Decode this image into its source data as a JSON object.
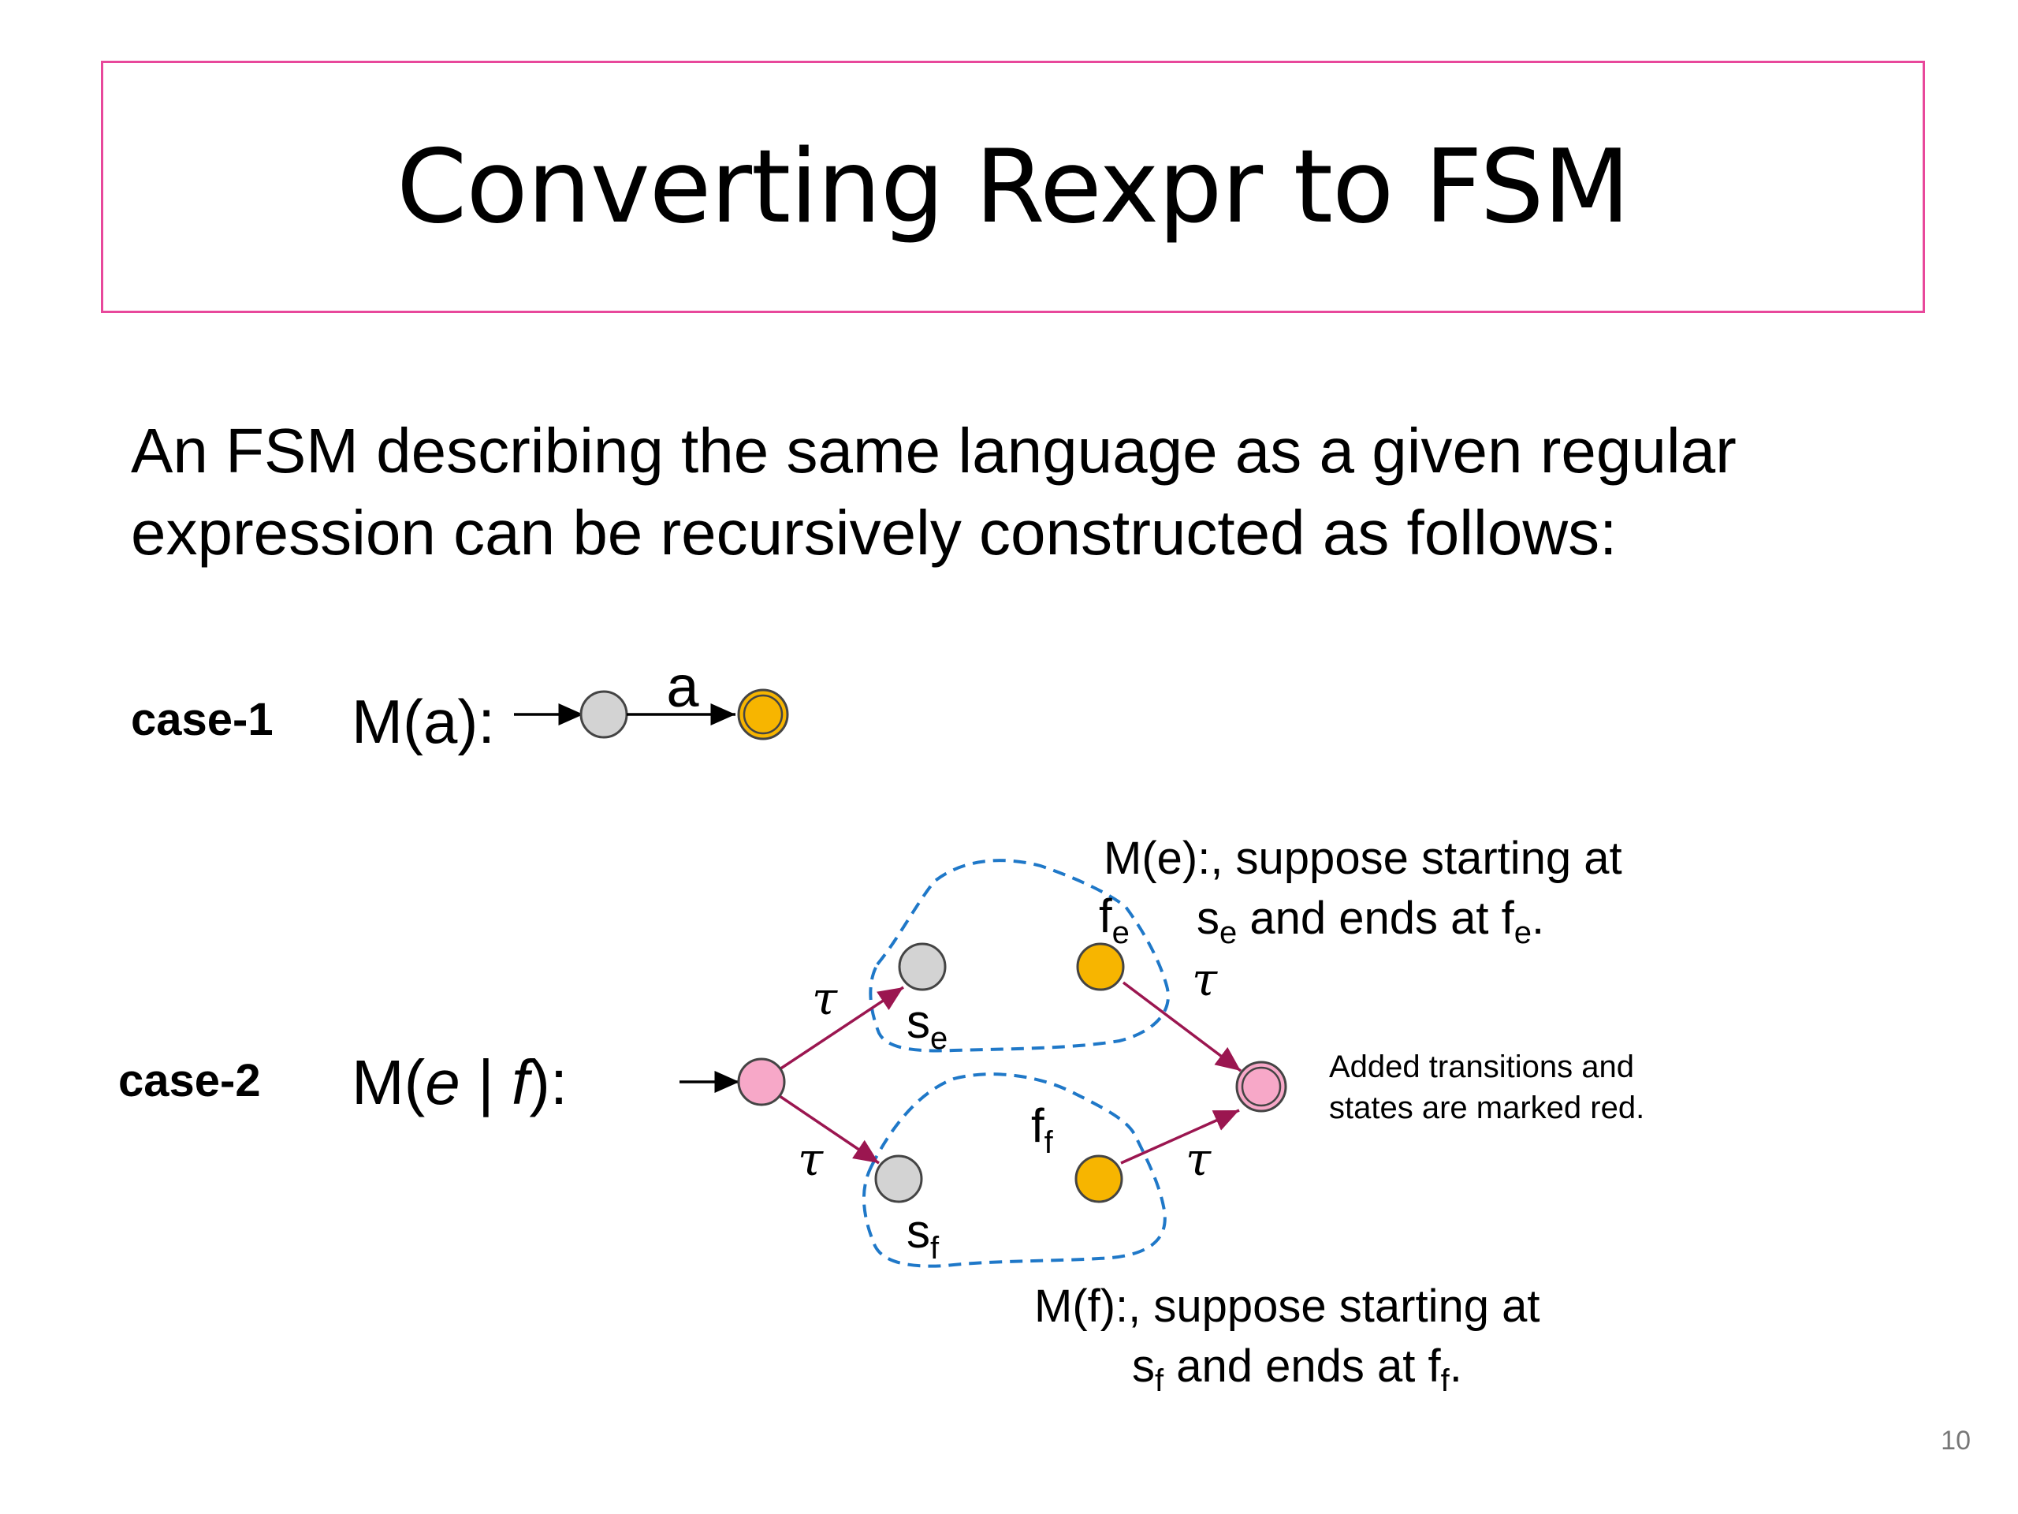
{
  "slide": {
    "title": "Converting Rexpr to FSM",
    "intro_lines": [
      "An FSM describing the same language as a given regular",
      "expression can be recursively constructed as follows:"
    ],
    "page_number": "10"
  },
  "case1": {
    "label": "case-1",
    "expr": "M(a):",
    "transition_label": "a"
  },
  "case2": {
    "label": "case-2",
    "expr_prefix": "M(",
    "expr_e": "e",
    "expr_bar": " | ",
    "expr_f": "f",
    "expr_suffix": "):",
    "tau": "τ",
    "state_se": "s",
    "state_se_sub": "e",
    "state_sf": "s",
    "state_sf_sub": "f",
    "state_fe": "f",
    "state_fe_sub": "e",
    "state_ff": "f",
    "state_ff_sub": "f",
    "me_note_line1": "M(e):, suppose starting at",
    "me_note_line2_a": "s",
    "me_note_line2_sub1": "e",
    "me_note_line2_b": " and ends at f",
    "me_note_line2_sub2": "e",
    "me_note_line2_c": ".",
    "mf_note_line1": "M(f):, suppose starting at",
    "mf_note_line2_a": "s",
    "mf_note_line2_sub1": "f",
    "mf_note_line2_b": " and ends at f",
    "mf_note_line2_sub2": "f",
    "mf_note_line2_c": ".",
    "added_note_line1": "Added transitions and",
    "added_note_line2": "states are marked red."
  },
  "colors": {
    "title_border": "#e8489b",
    "gray_state": "#d3d3d3",
    "accept_state": "#f7b500",
    "added_state": "#f7a8c8",
    "added_transition": "#9b1650",
    "dashed_boundary": "#1f78c8"
  }
}
